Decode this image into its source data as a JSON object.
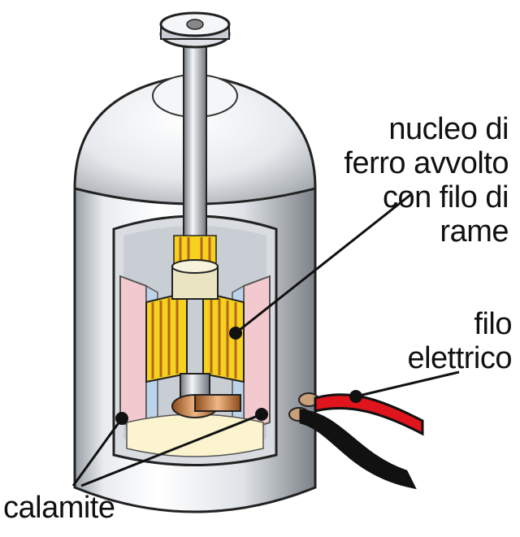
{
  "labels": {
    "core": [
      "nucleo di",
      "ferro avvolto",
      "con filo di",
      "rame"
    ],
    "wire": [
      "filo",
      "elettrico"
    ],
    "magnets": "calamite"
  },
  "colors": {
    "metal_light": "#eef0f2",
    "metal_dark": "#7d8288",
    "magnet_pink": "#f2c9cf",
    "magnet_blue": "#bcd3ea",
    "coil_yellow": "#f5d21e",
    "coil_copper": "#b5651d",
    "base_cream": "#fbf4cf",
    "wire_red": "#e0141c",
    "wire_black": "#111111"
  },
  "icons": [
    "electric-motor-illustration"
  ]
}
